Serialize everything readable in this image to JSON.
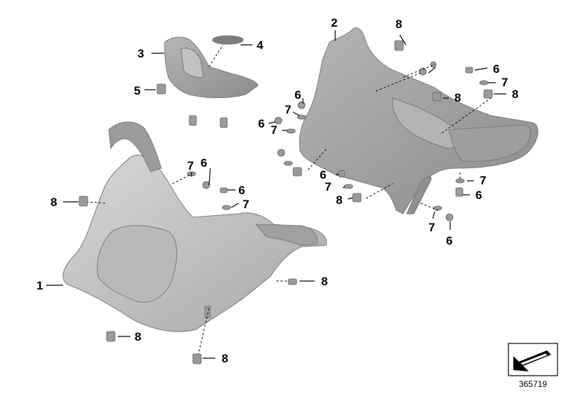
{
  "callouts": {
    "n1": "1",
    "n2": "2",
    "n3": "3",
    "n4": "4",
    "n5": "5",
    "n6": "6",
    "n7": "7",
    "n8": "8"
  },
  "reference_number": "365719",
  "colors": {
    "part_light": "#c9c9c9",
    "part_mid": "#a9a9a9",
    "part_dark": "#8a8a8a",
    "line": "#000000"
  }
}
